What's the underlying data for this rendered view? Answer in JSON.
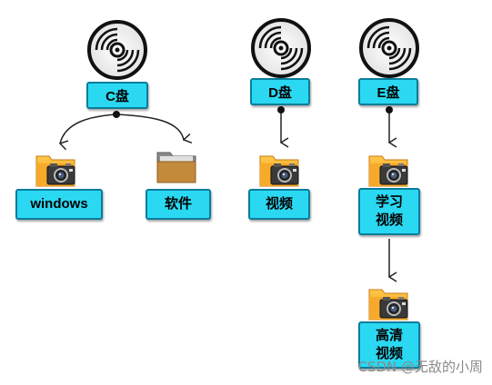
{
  "drives": [
    {
      "id": "c",
      "label": "C盘"
    },
    {
      "id": "d",
      "label": "D盘"
    },
    {
      "id": "e",
      "label": "E盘"
    }
  ],
  "folders": [
    {
      "id": "windows",
      "label": "windows",
      "icon": "camera-folder-icon"
    },
    {
      "id": "software",
      "label": "软件",
      "icon": "plain-folder-icon"
    },
    {
      "id": "d-video",
      "label": "视频",
      "icon": "camera-folder-icon"
    },
    {
      "id": "study-video",
      "label": "学习\n视频",
      "icon": "camera-folder-icon"
    },
    {
      "id": "hd-video",
      "label": "高清\n视频",
      "icon": "camera-folder-icon"
    }
  ],
  "watermark": "CSDN @无敌的小周",
  "colors": {
    "label_fill": "#2ad8f2",
    "label_border": "#0a7d9c",
    "folder_orange": "#f5a623",
    "plain_folder": "#c48a3c"
  }
}
